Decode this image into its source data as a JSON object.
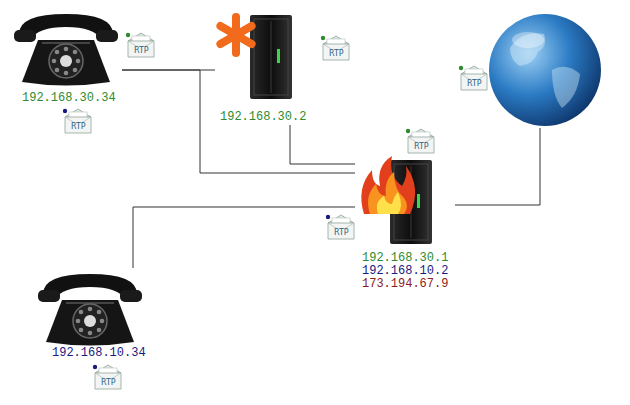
{
  "diagram": {
    "nodes": [
      {
        "text": [
          "192.168.30.34"
        ]
      },
      {
        "text": [
          "192.168.30.2"
        ]
      },
      {
        "text": [
          "192.168.30.1",
          "192.168.10.2",
          "173.194.67.9"
        ]
      },
      {
        "text": []
      },
      {
        "text": [
          "192.168.10.34"
        ]
      }
    ],
    "edges": [
      {
        "from": 0,
        "to": 1,
        "arrow": "none"
      },
      {
        "from": 0,
        "to": 2,
        "arrow": "none"
      },
      {
        "from": 1,
        "to": 2,
        "arrow": "none"
      },
      {
        "from": 4,
        "to": 2,
        "arrow": "none"
      },
      {
        "from": 2,
        "to": 3,
        "arrow": "none"
      }
    ],
    "labels": [
      "RTP",
      "RTP",
      "RTP",
      "RTP",
      "RTP",
      "RTP",
      "RTP"
    ]
  }
}
